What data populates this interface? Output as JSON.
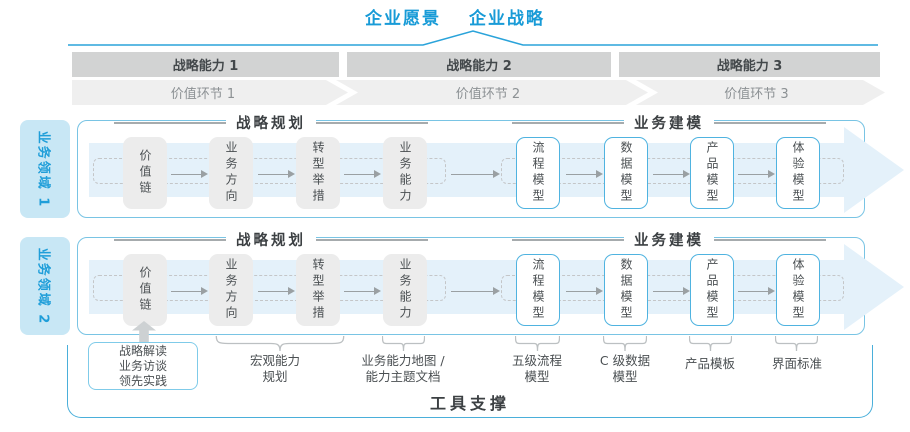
{
  "header": {
    "vision": "企业愿景",
    "strategy": "企业战略"
  },
  "capabilities": [
    "战略能力 1",
    "战略能力 2",
    "战略能力 3"
  ],
  "value_links": [
    "价值环节 1",
    "价值环节 2",
    "价值环节 3"
  ],
  "domains": [
    "业务领域 1",
    "业务领域 2"
  ],
  "sections": {
    "planning": "战略规划",
    "modeling": "业务建模"
  },
  "boxes": {
    "planning": [
      "价值链",
      "业务方向",
      "转型举措",
      "业务能力"
    ],
    "modeling": [
      "流程模型",
      "数据模型",
      "产品模型",
      "体验模型"
    ]
  },
  "annotations": {
    "inputs": "战略解读\n业务访谈\n领先实践",
    "macro": "宏观能力\n规划",
    "capability_map": "业务能力地图 /\n能力主题文档",
    "process": "五级流程\n模型",
    "data": "C 级数据\n模型",
    "product": "产品模板",
    "ui": "界面标准"
  },
  "footer": {
    "tool_support": "工具支撑"
  },
  "colors": {
    "accent_blue": "#189bd7",
    "band_dark": "#d2d3d3",
    "band_light": "#efefef",
    "row_border": "#79c4e4",
    "box_border_blue": "#4fb3e0",
    "flow_band": "#e4f1fa",
    "domain_bg": "#c8e7f5"
  }
}
